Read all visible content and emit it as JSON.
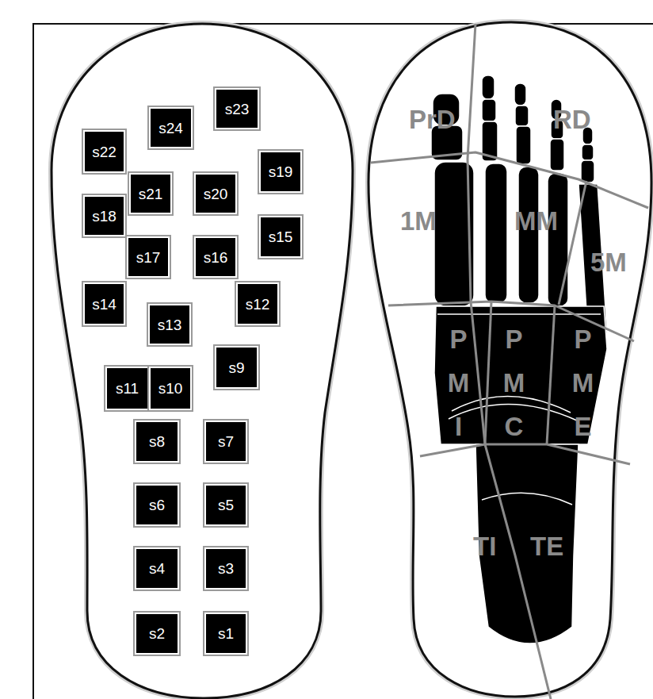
{
  "diagram": {
    "nodes": [
      {
        "text": [
          "s23"
        ]
      },
      {
        "text": [
          "s24"
        ]
      },
      {
        "text": [
          "s22"
        ]
      },
      {
        "text": [
          "s19"
        ]
      },
      {
        "text": [
          "s21"
        ]
      },
      {
        "text": [
          "s20"
        ]
      },
      {
        "text": [
          "s18"
        ]
      },
      {
        "text": [
          "s15"
        ]
      },
      {
        "text": [
          "s17"
        ]
      },
      {
        "text": [
          "s16"
        ]
      },
      {
        "text": [
          "s14"
        ]
      },
      {
        "text": [
          "s12"
        ]
      },
      {
        "text": [
          "s13"
        ]
      },
      {
        "text": [
          "s9"
        ]
      },
      {
        "text": [
          "s11"
        ]
      },
      {
        "text": [
          "s10"
        ]
      },
      {
        "text": [
          "s8"
        ]
      },
      {
        "text": [
          "s7"
        ]
      },
      {
        "text": [
          "s6"
        ]
      },
      {
        "text": [
          "s5"
        ]
      },
      {
        "text": [
          "s4"
        ]
      },
      {
        "text": [
          "s3"
        ]
      },
      {
        "text": [
          "s2"
        ]
      },
      {
        "text": [
          "s1"
        ]
      }
    ],
    "labels": [
      "PrD",
      "RD",
      "1M",
      "MM",
      "5M",
      "P M I",
      "P M C",
      "P M E",
      "TI",
      "TE"
    ]
  }
}
